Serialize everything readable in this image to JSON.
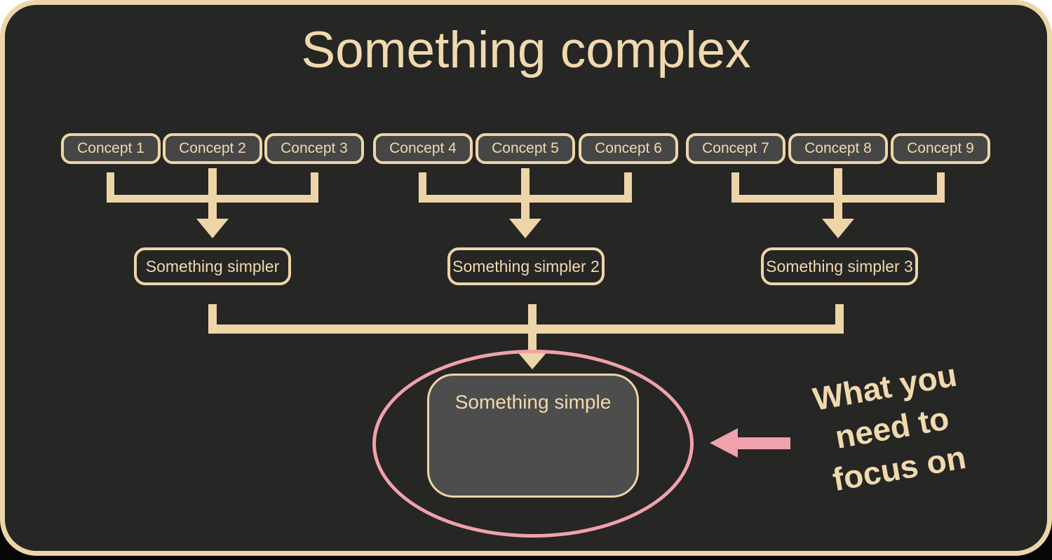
{
  "title": "Something complex",
  "concepts": [
    {
      "label": "Concept 1"
    },
    {
      "label": "Concept 2"
    },
    {
      "label": "Concept 3"
    },
    {
      "label": "Concept 4"
    },
    {
      "label": "Concept 5"
    },
    {
      "label": "Concept 6"
    },
    {
      "label": "Concept 7"
    },
    {
      "label": "Concept 8"
    },
    {
      "label": "Concept 9"
    }
  ],
  "simpler": [
    {
      "label": "Something simpler"
    },
    {
      "label": "Something simpler 2"
    },
    {
      "label": "Something simpler 3"
    }
  ],
  "simple": {
    "label": "Something simple"
  },
  "annotation": {
    "lines": [
      "What you",
      "need to",
      "focus on"
    ]
  },
  "colors": {
    "canvas": "#262625",
    "cream": "#eed5a7",
    "cream_text": "#f1d9ae",
    "pink": "#efa2ab",
    "box_fill": "#464646",
    "simple_fill": "#4d4d4d"
  }
}
